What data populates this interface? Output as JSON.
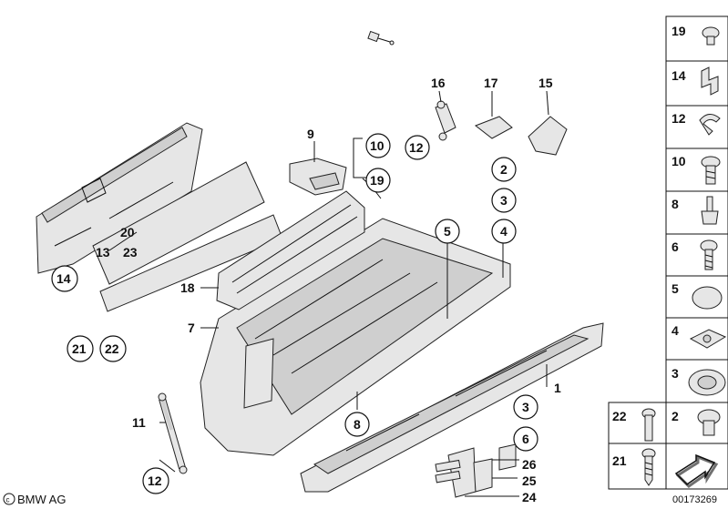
{
  "callouts": {
    "n1": "1",
    "n2": "2",
    "n3": "3",
    "n4": "4",
    "n5": "5",
    "n6": "6",
    "n7": "7",
    "n8": "8",
    "n9": "9",
    "n10": "10",
    "n11": "11",
    "n12": "12",
    "n13": "13",
    "n14": "14",
    "n15": "15",
    "n16": "16",
    "n17": "17",
    "n18": "18",
    "n19": "19",
    "n20": "20",
    "n21": "21",
    "n22": "22",
    "n23": "23",
    "n24": "24",
    "n25": "25",
    "n26": "26"
  },
  "legend": {
    "r19": "19",
    "r14": "14",
    "r12": "12",
    "r10": "10",
    "r8": "8",
    "r6": "6",
    "r5": "5",
    "r4": "4",
    "r3": "3",
    "r2": "2",
    "r22": "22",
    "r21": "21"
  },
  "footer": {
    "brand": "BMW AG",
    "drawing_number": "00173269"
  }
}
